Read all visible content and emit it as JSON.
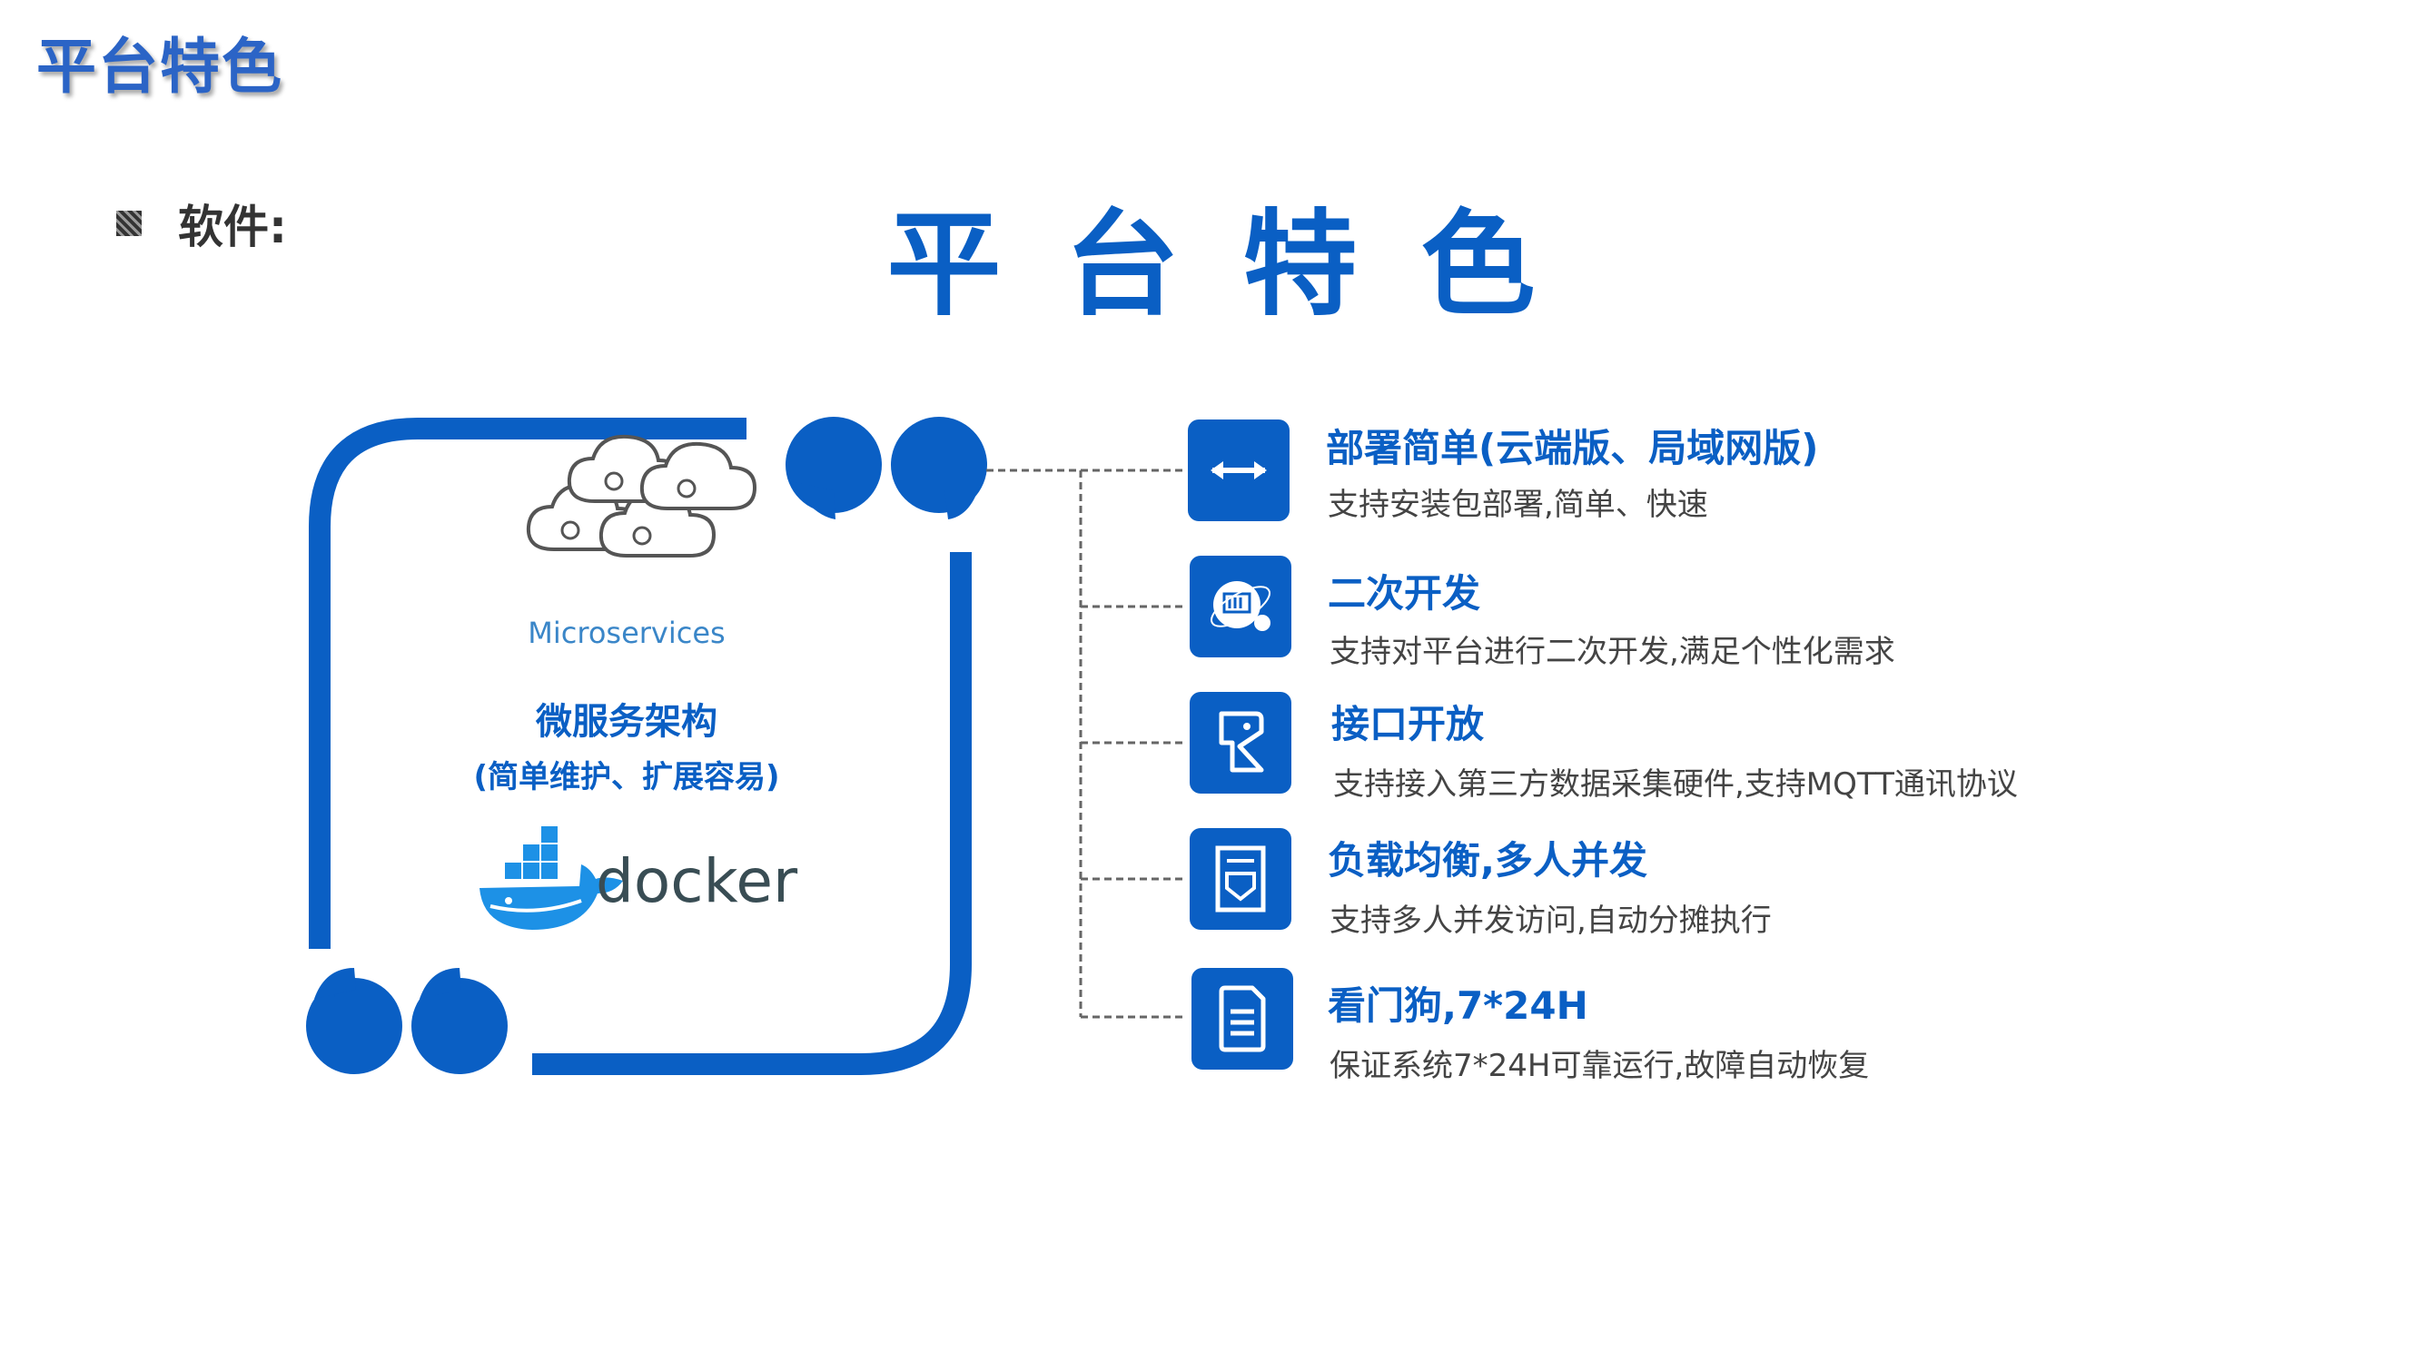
{
  "page": {
    "corner_title": "平台特色",
    "bullet_text": "软件:",
    "main_title": "平台特色"
  },
  "architecture": {
    "ms_label": "Microservices",
    "title": "微服务架构",
    "subtitle": "(简单维护、扩展容易)",
    "docker_label": "docker"
  },
  "features": [
    {
      "title": "部署简单(云端版、局域网版)",
      "desc": "支持安装包部署,简单、快速",
      "icon": "arrows-horizontal-icon"
    },
    {
      "title": "二次开发",
      "desc": "支持对平台进行二次开发,满足个性化需求",
      "icon": "dev-tools-icon"
    },
    {
      "title": "接口开放",
      "desc": "支持接入第三方数据采集硬件,支持MQTT通讯协议",
      "icon": "interface-icon"
    },
    {
      "title": "负载均衡,多人并发",
      "desc": "支持多人并发访问,自动分摊执行",
      "icon": "shield-doc-icon"
    },
    {
      "title": "看门狗,7*24H",
      "desc": "保证系统7*24H可靠运行,故障自动恢复",
      "icon": "document-icon"
    }
  ],
  "colors": {
    "accent": "#0a5fc4",
    "corner_title": "#2b64c6",
    "docker_blue": "#1d91e6"
  }
}
